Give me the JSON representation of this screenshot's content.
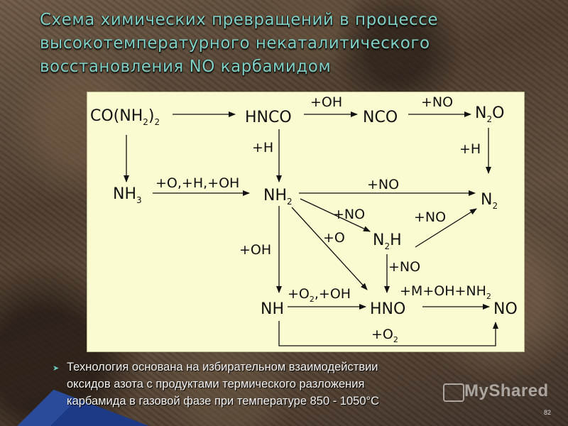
{
  "slide": {
    "title_lines": [
      "Схема химических превращений в процессе",
      "высокотемпературного некаталитического",
      "восстановления NO карбамидом"
    ],
    "bullet": {
      "lines": [
        "Технология основана на избирательном взаимодействии",
        "оксидов азота с продуктами термического разложения",
        "карбамида в газовой фазе при температуре 850 - 1050°C"
      ]
    },
    "watermark": "MyShared",
    "page_number": "82"
  },
  "diagram": {
    "species": {
      "urea": {
        "base": "CO(NH",
        "sub": "2",
        "close": ")",
        "sub2": "2"
      },
      "hnco": {
        "base": "HNCO"
      },
      "nco": {
        "base": "NCO"
      },
      "n2o": {
        "a": "N",
        "sub": "2",
        "b": "O"
      },
      "nh3": {
        "a": "NH",
        "sub": "3"
      },
      "nh2": {
        "a": "NH",
        "sub": "2"
      },
      "n2_top": {
        "a": "N",
        "sub": "2"
      },
      "n2h": {
        "a": "N",
        "sub": "2",
        "b": "H"
      },
      "nh": {
        "base": "NH"
      },
      "hno": {
        "base": "HNO"
      },
      "no": {
        "base": "NO"
      }
    },
    "labels": {
      "hnco_nco": "+OH",
      "nco_n2o": "+NO",
      "hnco_nh2": "+H",
      "n2o_n2": "+H",
      "nh3_nh2": "+O,+H,+OH",
      "nh2_n2": "+NO",
      "nh2_n2h": "+NO",
      "n2h_n2": "+NO",
      "nh2_hno": "+O",
      "nh2_nh": "+OH",
      "n2h_hno": "+NO",
      "nh_hno": {
        "a": "+O",
        "sub": "2",
        "b": ",+OH"
      },
      "hno_no": {
        "a": "+M+OH+NH",
        "sub": "2"
      },
      "nh_no": {
        "a": "+O",
        "sub": "2"
      }
    }
  }
}
